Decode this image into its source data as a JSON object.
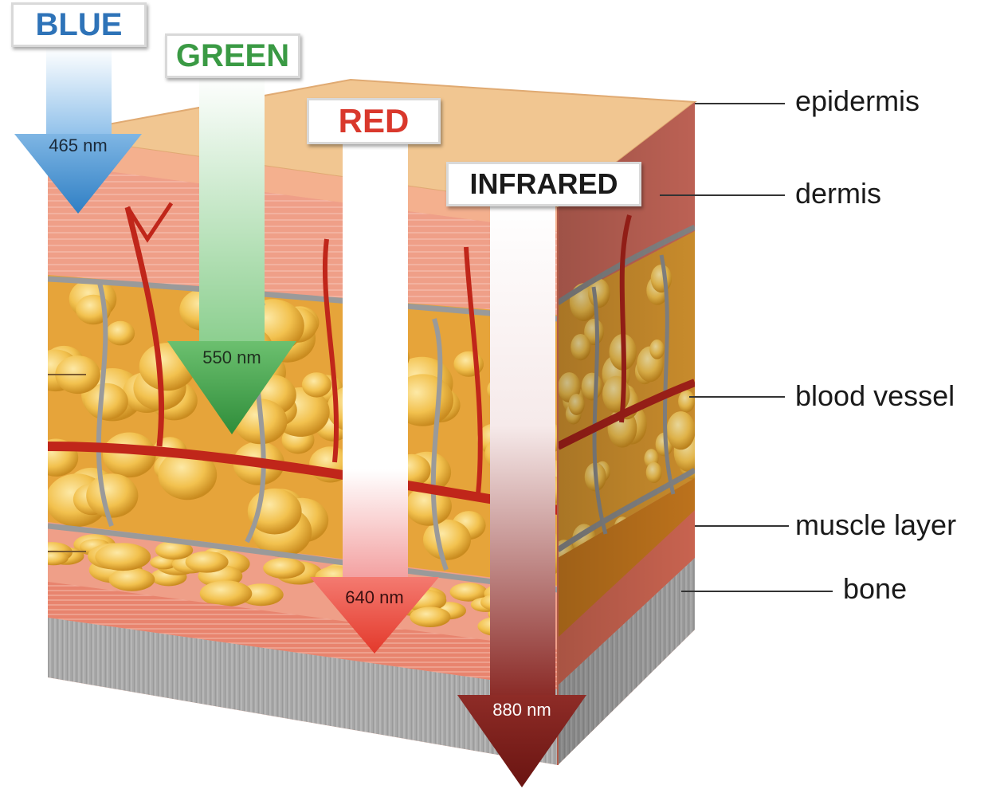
{
  "beams": [
    {
      "name": "BLUE",
      "wavelength": "465 nm",
      "color": "#2f7fc4"
    },
    {
      "name": "GREEN",
      "wavelength": "550 nm",
      "color": "#3a9a44"
    },
    {
      "name": "RED",
      "wavelength": "640 nm",
      "color": "#e63a2e"
    },
    {
      "name": "INFRARED",
      "wavelength": "880 nm",
      "color": "#7a1a18"
    }
  ],
  "layers": {
    "epidermis": "epidermis",
    "dermis": "dermis",
    "blood_vessel": "blood vessel",
    "muscle_layer": "muscle layer",
    "bone": "bone"
  },
  "colors": {
    "epidermis": "#f0c58f",
    "dermis": "#ee9a84",
    "fat": "#f2c14e",
    "septa": "#9a9a9a",
    "vessel": "#c0261a",
    "muscle": "#e8846e",
    "bone": "#a9a9a9"
  }
}
